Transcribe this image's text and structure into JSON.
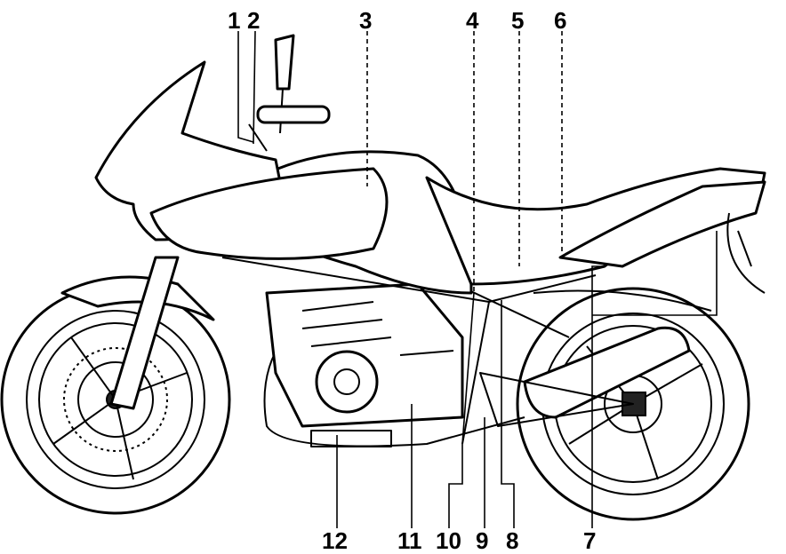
{
  "colors": {
    "ink": "#000000",
    "paper": "#ffffff"
  },
  "callouts": [
    {
      "id": "c1",
      "label": "1"
    },
    {
      "id": "c2",
      "label": "2"
    },
    {
      "id": "c3",
      "label": "3"
    },
    {
      "id": "c4",
      "label": "4"
    },
    {
      "id": "c5",
      "label": "5"
    },
    {
      "id": "c6",
      "label": "6"
    },
    {
      "id": "c7",
      "label": "7"
    },
    {
      "id": "c8",
      "label": "8"
    },
    {
      "id": "c9",
      "label": "9"
    },
    {
      "id": "c10",
      "label": "10"
    },
    {
      "id": "c11",
      "label": "11"
    },
    {
      "id": "c12",
      "label": "12"
    }
  ]
}
